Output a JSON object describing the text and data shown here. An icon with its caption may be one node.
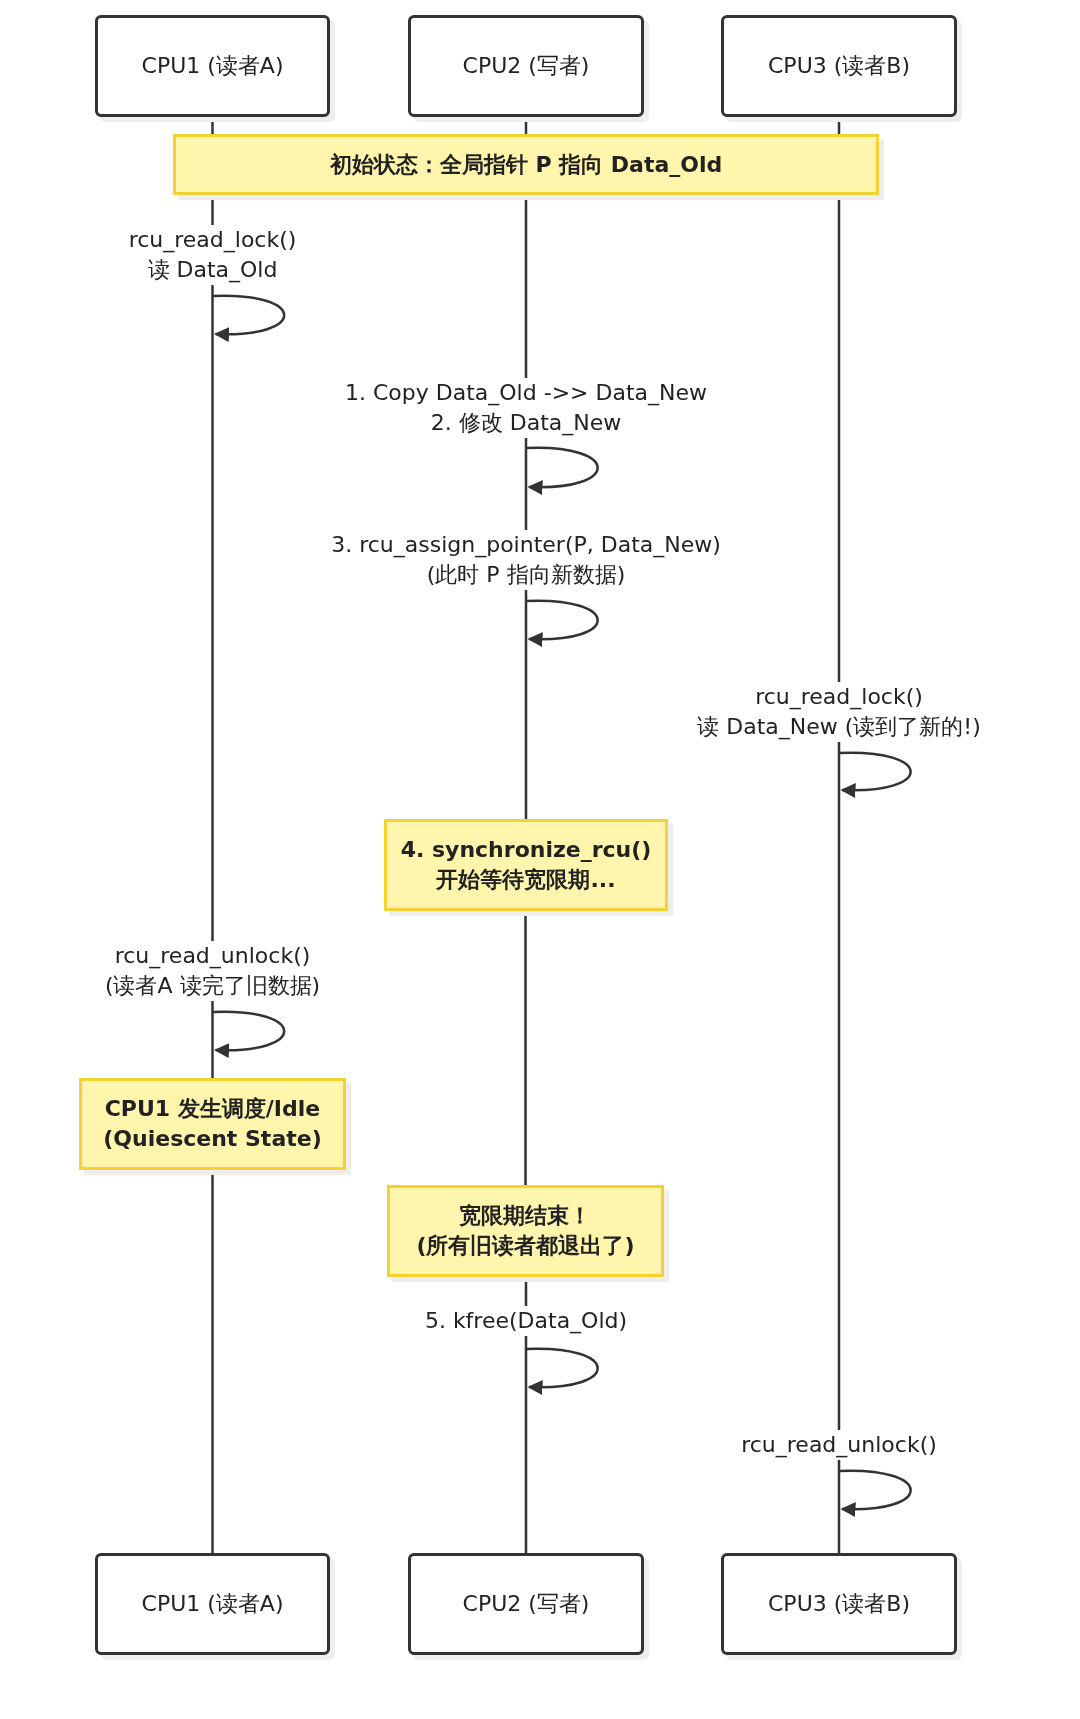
{
  "diagram": {
    "nodes": [
      {
        "text": [
          "CPU1 (读者A)"
        ]
      },
      {
        "text": [
          "CPU2 (写者)"
        ]
      },
      {
        "text": [
          "CPU3 (读者B)"
        ]
      },
      {
        "text": [
          "初始状态：全局指针 P 指向 Data_Old"
        ]
      },
      {
        "text": [
          "4. synchronize_rcu() 开始等待宽限期..."
        ]
      },
      {
        "text": [
          "CPU1 发生调度/Idle (Quiescent State)"
        ]
      },
      {
        "text": [
          "宽限期结束！ (所有旧读者都退出了)"
        ]
      },
      {
        "text": [
          "CPU1 (读者A)"
        ]
      },
      {
        "text": [
          "CPU2 (写者)"
        ]
      },
      {
        "text": [
          "CPU3 (读者B)"
        ]
      }
    ],
    "edges": [
      {
        "from": 0,
        "to": 3,
        "arrow": "none"
      },
      {
        "from": 1,
        "to": 3,
        "arrow": "none"
      },
      {
        "from": 2,
        "to": 3,
        "arrow": "none"
      },
      {
        "from": 3,
        "to": 5,
        "arrow": "none"
      },
      {
        "from": 3,
        "to": 4,
        "arrow": "none"
      },
      {
        "from": 3,
        "to": 9,
        "arrow": "none"
      },
      {
        "from": 4,
        "to": 6,
        "arrow": "none"
      },
      {
        "from": 5,
        "to": 7,
        "arrow": "none"
      },
      {
        "from": 6,
        "to": 8,
        "arrow": "none"
      }
    ],
    "labels": [
      "rcu_read_lock() 读 Data_Old",
      "1. Copy Data_Old ->> Data_New 2. 修改 Data_New",
      "3. rcu_assign_pointer(P, Data_New) (此时 P 指向新数据)",
      "rcu_read_lock() 读 Data_New (读到了新的!)",
      "rcu_read_unlock() (读者A 读完了旧数据)",
      "5. kfree(Data_Old)",
      "rcu_read_unlock()"
    ]
  }
}
